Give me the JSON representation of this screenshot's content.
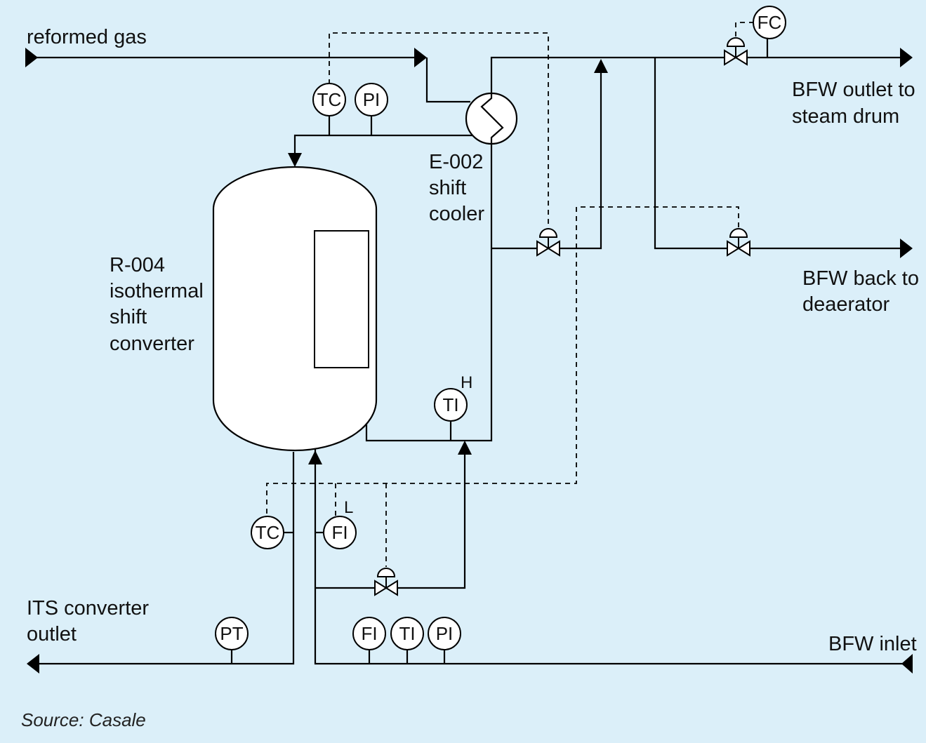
{
  "labels": {
    "reformed_gas": "reformed gas",
    "bfw_outlet_line1": "BFW outlet to",
    "bfw_outlet_line2": "steam drum",
    "bfw_back_line1": "BFW back to",
    "bfw_back_line2": "deaerator",
    "cooler_tag": "E-002",
    "cooler_line1": "shift",
    "cooler_line2": "cooler",
    "reactor_tag": "R-004",
    "reactor_line1": "isothermal",
    "reactor_line2": "shift",
    "reactor_line3": "converter",
    "its_outlet_line1": "ITS converter",
    "its_outlet_line2": "outlet",
    "bfw_inlet": "BFW inlet",
    "source": "Source: Casale"
  },
  "instruments": {
    "fc_top": "FC",
    "tc_top": "TC",
    "pi_top": "PI",
    "ti_mid": "TI",
    "ti_mid_flag": "H",
    "tc_bottom": "TC",
    "fi_bottom": "FI",
    "fi_bottom_flag": "L",
    "pt_bottom": "PT",
    "fi_inlet": "FI",
    "ti_inlet": "TI",
    "pi_inlet": "PI"
  }
}
